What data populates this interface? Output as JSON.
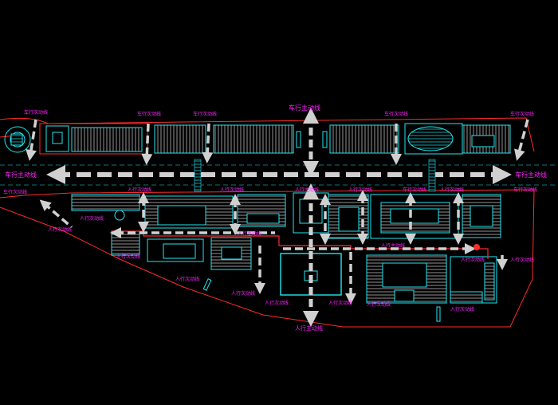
{
  "colors": {
    "background": "#000000",
    "cyan": "#22e6f0",
    "magenta": "#ff22ff",
    "red": "#ff2a2a",
    "gray": "#b8b8b8",
    "white": "#e8e8e8"
  },
  "labels": {
    "vehicle_main_top": "车行主动线",
    "vehicle_main_left": "车行主动线",
    "vehicle_main_right": "车行主动线",
    "pedestrian_main_bottom": "人行主动线",
    "vehicle_second_1": "车行次动线",
    "vehicle_second_2": "车行次动线",
    "vehicle_second_3": "车行次动线",
    "vehicle_second_4": "车行次动线",
    "vehicle_second_5": "车行次动线",
    "vehicle_second_6": "车行次动线",
    "vehicle_second_7": "车行次动线",
    "vehicle_second_8": "车行次动线",
    "ped_second_1": "人行次动线",
    "ped_second_2": "人行次动线",
    "ped_second_3": "人行次动线",
    "ped_second_4": "人行次动线",
    "ped_second_5": "人行次动线",
    "ped_second_6": "人行次动线",
    "ped_second_7": "人行次动线",
    "ped_main_mid": "人行主动线",
    "ped_main_mid2": "人行主动线",
    "ped_main_gate": "人行主动线",
    "ped_second_8": "人行次动线",
    "ped_second_9": "人行次动线",
    "ped_second_10": "人行次动线",
    "ped_second_11": "人行次动线",
    "ped_second_12": "人行次动线",
    "ped_second_13": "人行次动线",
    "ped_second_14": "人行次动线",
    "ped_second_15": "人行次动线"
  }
}
